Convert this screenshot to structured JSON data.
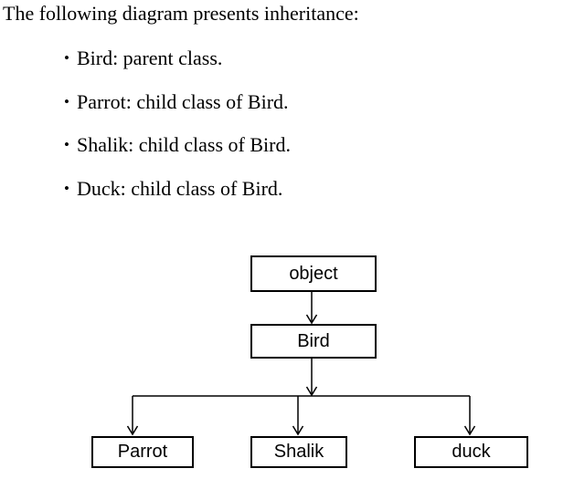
{
  "heading": "The following diagram presents inheritance:",
  "bullet_char": "•",
  "bullets": [
    "Bird: parent class.",
    "Parrot: child class of Bird.",
    "Shalik: child class of Bird.",
    "Duck: child class of Bird."
  ],
  "diagram": {
    "nodes": [
      {
        "id": "object",
        "label": "object"
      },
      {
        "id": "bird",
        "label": "Bird"
      },
      {
        "id": "parrot",
        "label": "Parrot"
      },
      {
        "id": "shalik",
        "label": "Shalik"
      },
      {
        "id": "duck",
        "label": "duck"
      }
    ],
    "edges": [
      {
        "from": "object",
        "to": "Bird"
      },
      {
        "from": "Bird",
        "to": "Parrot"
      },
      {
        "from": "Bird",
        "to": "Shalik"
      },
      {
        "from": "Bird",
        "to": "duck"
      }
    ],
    "colors": {
      "line": "#000000",
      "box_border": "#000000",
      "box_fill": "#ffffff",
      "text": "#000000"
    }
  }
}
